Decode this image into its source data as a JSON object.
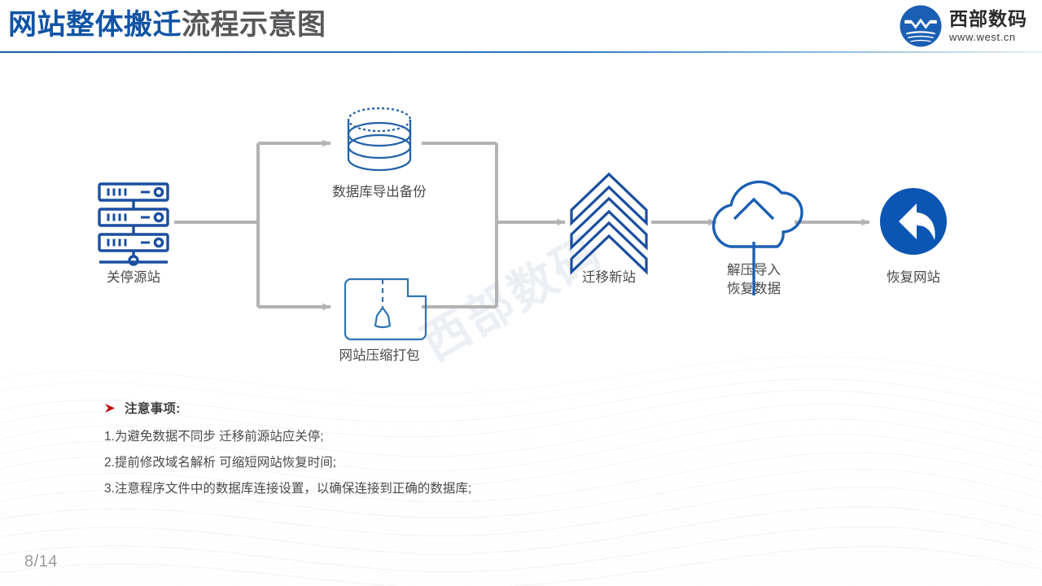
{
  "header": {
    "title_highlight": "网站整体搬迁",
    "title_rest": "流程示意图",
    "accent_color": "#1154A5",
    "title_gray": "#58585B"
  },
  "logo": {
    "name_cn": "西部数码",
    "url": "www.west.cn",
    "mark_color": "#1A5FB4",
    "icon": "west-logo-icon"
  },
  "diagram": {
    "watermark": "西部数码",
    "line_color": "#B3B3B3",
    "icon_color": "#1A5FB4",
    "nodes": [
      {
        "id": "source-site",
        "icon": "server-stack-icon",
        "label": "关停源站"
      },
      {
        "id": "database-backup",
        "icon": "database-icon",
        "label": "数据库导出备份"
      },
      {
        "id": "website-package",
        "icon": "zip-folder-icon",
        "label": "网站压缩打包"
      },
      {
        "id": "migrate-new-site",
        "icon": "chevrons-up-icon",
        "label": "迁移新站"
      },
      {
        "id": "restore-data",
        "icon": "cloud-upload-icon",
        "label_line1": "解压导入",
        "label_line2": "恢复数据"
      },
      {
        "id": "restore-site",
        "icon": "undo-circle-icon",
        "label": "恢复网站"
      }
    ]
  },
  "notes": {
    "bullet_icon": "arrow-bullet-icon",
    "bullet_color": "#C00000",
    "title": "注意事项:",
    "items": [
      "1.为避免数据不同步 迁移前源站应关停;",
      "2.提前修改域名解析 可缩短网站恢复时间;",
      "3.注意程序文件中的数据库连接设置，以确保连接到正确的数据库;"
    ]
  },
  "footer": {
    "page": "8/14"
  }
}
